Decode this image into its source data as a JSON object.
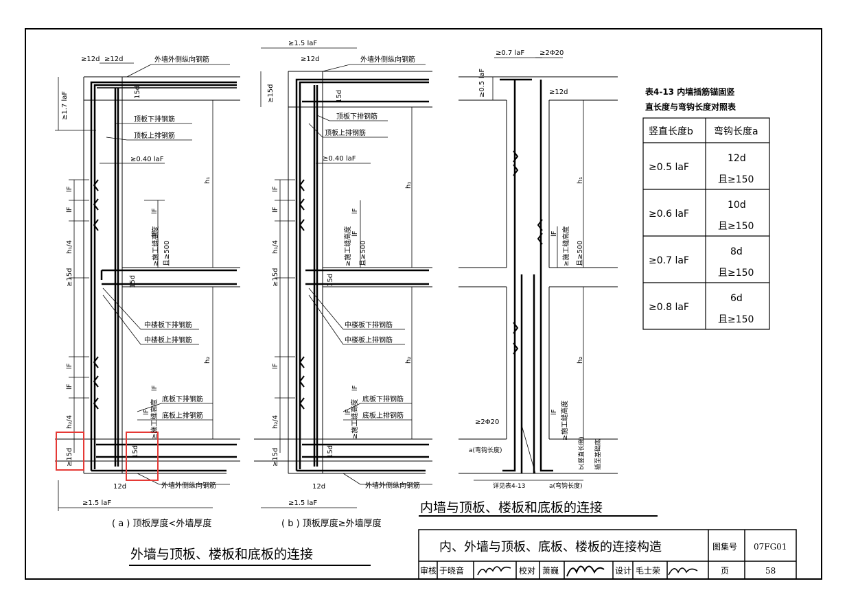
{
  "detail_a": {
    "dims": {
      "top_12d_1": "≥12d",
      "top_12d_2": "≥12d",
      "h_1_7laf": "≥1.7 laF",
      "d15_top": "15d",
      "d040": "≥0.40 laF",
      "h1": "h₁",
      "lf1": "lF",
      "lf2": "lF",
      "lf3": "lF",
      "lf4": "lF",
      "h1_4": "h₁/4",
      "d15_mid_left": "≥15d",
      "d15_mid": "15d",
      "joint1": "≥施工缝高度",
      "joint1b": "且≥500",
      "h2": "h₂",
      "lf5": "lF",
      "lf6": "lF",
      "lf7": "lF",
      "lf8": "lF",
      "h2_4": "h₂/4",
      "d15_bot_left": "≥15d",
      "d15_bot": "15d",
      "joint2": "≥施工缝高度",
      "bot_12d": "12d",
      "bot_1_5": "≥1.5 laF"
    },
    "labels": {
      "outer_top": "外墙外侧纵向钢筋",
      "roof_lower": "顶板下排钢筋",
      "roof_upper": "顶板上排钢筋",
      "mid_lower": "中楼板下排钢筋",
      "mid_upper": "中楼板上排钢筋",
      "base_lower": "底板下排钢筋",
      "base_upper": "底板上排钢筋",
      "outer_bot": "外墙外侧纵向钢筋"
    },
    "caption": "( a )   顶板厚度<外墙厚度"
  },
  "detail_b": {
    "dims": {
      "top_15laf": "≥1.5 laF",
      "top_12d": "≥12d",
      "d15_left": "≥15d",
      "d15_top": "15d",
      "d040": "≥0.40 laF",
      "h1": "h₁",
      "lf1": "lF",
      "lf2": "lF",
      "lf3": "lF",
      "lf4": "lF",
      "h1_4": "h₁/4",
      "d15_mid_left": "≥15d",
      "d15_mid": "15d",
      "joint1": "≥施工缝高度",
      "joint1b": "且≥500",
      "h2": "h₂",
      "lf5": "lF",
      "lf6": "lF",
      "lf7": "lF",
      "h2_4": "h₂/4",
      "d15_bot_left": "≥15d",
      "d15_bot": "15d",
      "joint2": "≥施工缝高度",
      "bot_12d": "12d",
      "bot_1_5": "≥1.5 laF"
    },
    "labels": {
      "outer_top": "外墙外侧纵向钢筋",
      "roof_lower": "顶板下排钢筋",
      "roof_upper": "顶板上排钢筋",
      "mid_lower": "中楼板下排钢筋",
      "mid_upper": "中楼板上排钢筋",
      "base_lower": "底板下排钢筋",
      "base_upper": "底板上排钢筋",
      "outer_bot": "外墙外侧纵向钢筋"
    },
    "caption": "( b )   顶板厚度≥外墙厚度"
  },
  "detail_c": {
    "dims": {
      "top_07": "≥0.7 laF",
      "top_2phi20": "≥2Φ20",
      "left_05": "≥0.5 laF",
      "right_12d": "≥12d",
      "h1": "h₁",
      "lf1": "lF",
      "joint1": "≥施工缝高度",
      "joint1b": "且≥500",
      "h2": "h₂",
      "lf2": "lF",
      "joint2": "≥施工缝高度",
      "bot_2phi20": "≥2Φ20",
      "hook_a": "a(弯钩长度)",
      "b_len": "b(竖直长度)",
      "to_base": "插至基础底",
      "see_table": "详见表4-13",
      "hook_a2": "a(弯钩长度)"
    },
    "caption": "内墙与顶板、楼板和底板的连接"
  },
  "main_caption": "外墙与顶板、楼板和底板的连接",
  "table": {
    "title_line1": "表4-13  内墙插筋锚固竖",
    "title_line2": "直长度与弯钩长度对照表",
    "headers": [
      "竖直长度b",
      "弯钩长度a"
    ],
    "rows": [
      {
        "b": "≥0.5 laF",
        "a1": "12d",
        "a2": "且≥150"
      },
      {
        "b": "≥0.6 laF",
        "a1": "10d",
        "a2": "且≥150"
      },
      {
        "b": "≥0.7 laF",
        "a1": "8d",
        "a2": "且≥150"
      },
      {
        "b": "≥0.8 laF",
        "a1": "6d",
        "a2": "且≥150"
      }
    ]
  },
  "title_block": {
    "title": "内、外墙与顶板、底板、楼板的连接构造",
    "atlas_label": "图集号",
    "atlas_no": "07FG01",
    "review_label": "审核",
    "reviewer": "于晓音",
    "check_label": "校对",
    "checker": "萧巍",
    "design_label": "设计",
    "designer": "毛士荣",
    "page_label": "页",
    "page_no": "58"
  },
  "colors": {
    "ink": "#000000",
    "highlight": "#e53935"
  }
}
